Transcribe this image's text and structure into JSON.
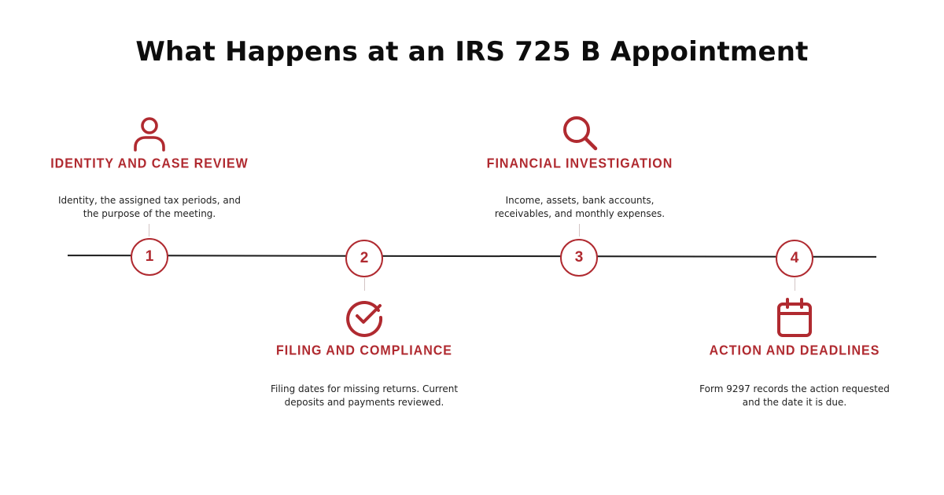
{
  "title": "What Happens at an IRS 725 B Appointment",
  "accent_color": "#b02a30",
  "steps": [
    {
      "number": "1",
      "icon": "person-icon",
      "title": "IDENTITY AND CASE REVIEW",
      "description_lines": [
        "Identity, the assigned tax periods, and",
        "the purpose of the meeting."
      ]
    },
    {
      "number": "2",
      "icon": "check-circle-icon",
      "title": "FILING AND COMPLIANCE",
      "description_lines": [
        "Filing dates for missing returns. Current",
        "deposits and payments reviewed."
      ]
    },
    {
      "number": "3",
      "icon": "search-icon",
      "title": "FINANCIAL INVESTIGATION",
      "description_lines": [
        "Income, assets, bank accounts,",
        "receivables, and monthly expenses."
      ]
    },
    {
      "number": "4",
      "icon": "calendar-icon",
      "title": "ACTION AND DEADLINES",
      "description_lines": [
        "Form 9297 records the action requested",
        "and the date it is due."
      ]
    }
  ]
}
